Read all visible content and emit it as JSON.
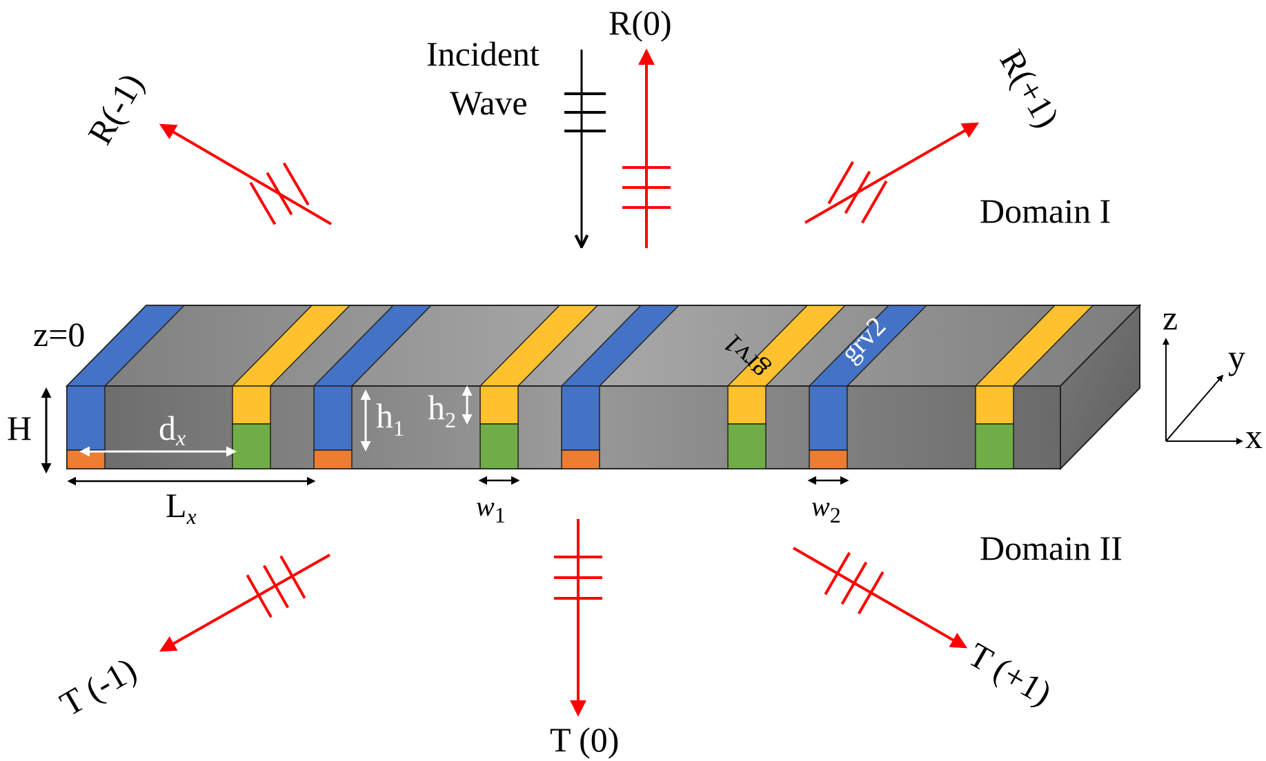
{
  "labels": {
    "incident_line1": "Incident",
    "incident_line2": "Wave",
    "r0": "R(0)",
    "r_minus1": "R(-1)",
    "r_plus1": "R(+1)",
    "t0": "T (0)",
    "t_minus1": "T (-1)",
    "t_plus1": "T (+1)",
    "domain1": "Domain I",
    "domain2": "Domain II",
    "z0": "z=0",
    "H": "H",
    "h1_main": "h",
    "h1_sub": "1",
    "h2_main": "h",
    "h2_sub": "2",
    "dx_main": "d",
    "dx_sub": "x",
    "Lx_main": "L",
    "Lx_sub": "x",
    "w1_main": "w",
    "w1_sub": "1",
    "w2_main": "w",
    "w2_sub": "2",
    "grv1": "grv1",
    "grv2": "grv2",
    "axis_x": "x",
    "axis_y": "y",
    "axis_z": "z"
  },
  "colors": {
    "reflected_transmitted": "#ff0000",
    "incident": "#000000",
    "groove_blue": "#4472c4",
    "groove_yellow": "#ffc12e",
    "filler_green": "#70ad47",
    "filler_orange": "#ed7d31",
    "slab_gray": "#8c8c8c",
    "dimension_white": "#ffffff"
  }
}
